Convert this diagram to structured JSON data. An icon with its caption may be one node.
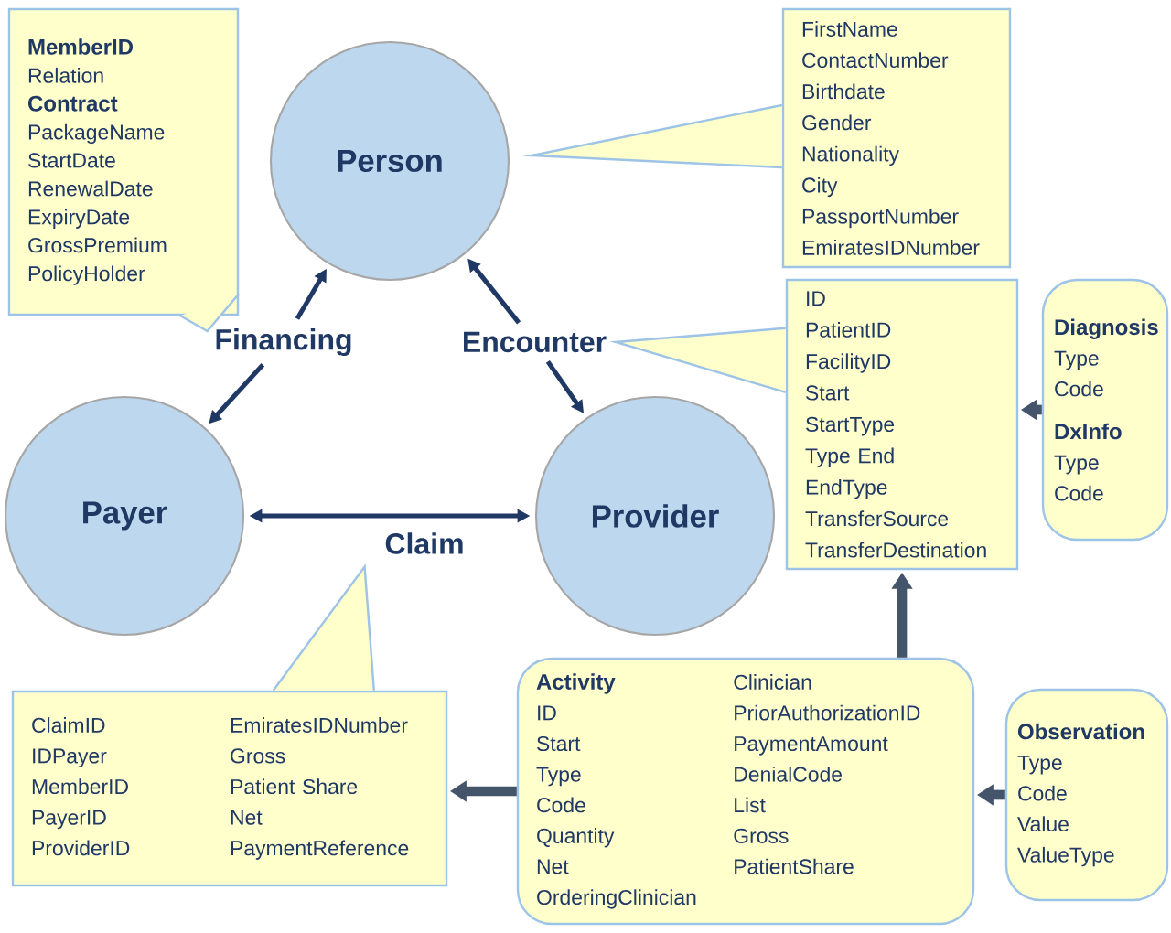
{
  "diagram": {
    "nodes": [
      {
        "text": [
          "Person"
        ]
      },
      {
        "text": [
          "Payer"
        ]
      },
      {
        "text": [
          "Provider"
        ]
      },
      {
        "text": [
          "Financing"
        ]
      },
      {
        "text": [
          "Encounter"
        ]
      },
      {
        "text": [
          "Claim"
        ]
      },
      {
        "text": [
          "MemberID",
          "Relation",
          "Contract",
          "PackageName",
          "StartDate",
          "RenewalDate",
          "ExpiryDate",
          "GrossPremium",
          "PolicyHolder"
        ]
      },
      {
        "text": [
          "FirstName",
          "ContactNumber",
          "Birthdate",
          "Gender",
          "Nationality",
          "City",
          "PassportNumber",
          "EmiratesIDNumber"
        ]
      },
      {
        "text": [
          "ID",
          "PatientID",
          "FacilityID",
          "Start",
          "StartType",
          "Type End",
          "EndType",
          "TransferSource",
          "TransferDestination"
        ]
      },
      {
        "text": [
          "Diagnosis",
          "Type",
          "Code",
          "DxInfo",
          "Type",
          "Code"
        ]
      },
      {
        "text": [
          "ClaimID",
          "IDPayer",
          "MemberID",
          "PayerID",
          "ProviderID",
          "EmiratesIDNumber",
          "Gross",
          "Patient Share",
          "Net",
          "PaymentReference"
        ]
      },
      {
        "text": [
          "Activity",
          "ID",
          "Start",
          "Type",
          "Code",
          "Quantity",
          "Net",
          "OrderingClinician",
          "Clinician",
          "PriorAuthorizationID",
          "PaymentAmount",
          "DenialCode",
          "List",
          "Gross",
          "PatientShare"
        ]
      },
      {
        "text": [
          "Observation",
          "Type",
          "Code",
          "Value",
          "ValueType"
        ]
      }
    ],
    "edges": [
      {
        "from": 3,
        "to": 0,
        "arrow": "to"
      },
      {
        "from": 3,
        "to": 1,
        "arrow": "to"
      },
      {
        "from": 4,
        "to": 0,
        "arrow": "to"
      },
      {
        "from": 4,
        "to": 2,
        "arrow": "to"
      },
      {
        "from": 1,
        "to": 2,
        "arrow": "both"
      },
      {
        "from": 9,
        "to": 8,
        "arrow": "to",
        "style": "thick",
        "color": "#44546a"
      },
      {
        "from": 11,
        "to": 8,
        "arrow": "to",
        "style": "thick",
        "color": "#44546a"
      },
      {
        "from": 11,
        "to": 10,
        "arrow": "to",
        "style": "thick",
        "color": "#44546a"
      },
      {
        "from": 12,
        "to": 11,
        "arrow": "to",
        "style": "thick",
        "color": "#44546a"
      }
    ]
  }
}
